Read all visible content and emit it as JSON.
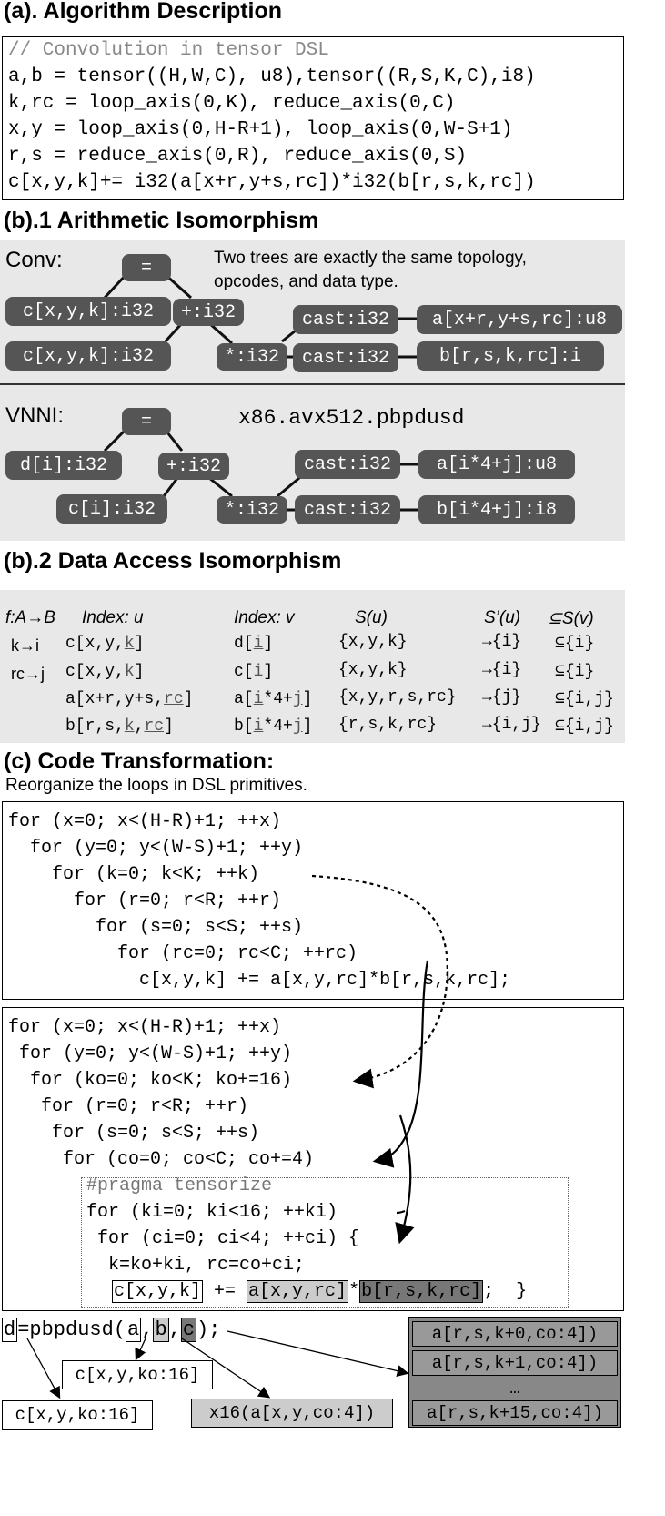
{
  "section_a": {
    "heading": "(a). Algorithm Description",
    "code": [
      "// Convolution in tensor DSL",
      "a,b = tensor((H,W,C), u8),tensor((R,S,K,C),i8)",
      "k,rc = loop_axis(0,K), reduce_axis(0,C)",
      "x,y = loop_axis(0,H-R+1), loop_axis(0,W-S+1)",
      "r,s = reduce_axis(0,R), reduce_axis(0,S)",
      "c[x,y,k]+= i32(a[x+r,y+s,rc])*i32(b[r,s,k,rc])"
    ]
  },
  "section_b1": {
    "heading": "(b).1 Arithmetic Isomorphism",
    "conv": {
      "label": "Conv:",
      "note_line1": "Two trees are exactly the same topology,",
      "note_line2": "opcodes, and data type.",
      "nodes": {
        "eq": "=",
        "lhs": "c[x,y,k]:i32",
        "plus": "+:i32",
        "acc": "c[x,y,k]:i32",
        "mul": "*:i32",
        "cast1": "cast:i32",
        "cast2": "cast:i32",
        "in_a": "a[x+r,y+s,rc]:u8",
        "in_b": "b[r,s,k,rc]:i"
      }
    },
    "vnni": {
      "label": "VNNI:",
      "intrinsic": "x86.avx512.pbpdusd",
      "nodes": {
        "eq": "=",
        "lhs": "d[i]:i32",
        "plus": "+:i32",
        "acc": "c[i]:i32",
        "mul": "*:i32",
        "cast1": "cast:i32",
        "cast2": "cast:i32",
        "in_a": "a[i*4+j]:u8",
        "in_b": "b[i*4+j]:i8"
      }
    }
  },
  "section_b2": {
    "heading": "(b).2 Data Access Isomorphism",
    "headers": {
      "f": "f:A→B",
      "u": "Index: u",
      "v": "Index: v",
      "su": "S(u)",
      "spu": "S’(u)",
      "sv": "⊆S(v)"
    },
    "rows": [
      {
        "f": "k→i",
        "u_pre": "c[x,y,",
        "u_ul": "k",
        "u_post": "]",
        "v_pre": "d[",
        "v_ul": "i",
        "v_post": "]",
        "su": "{x,y,k}",
        "spu": "→{i}",
        "sv": "⊆{i}"
      },
      {
        "f": "rc→j",
        "u_pre": "c[x,y,",
        "u_ul": "k",
        "u_post": "]",
        "v_pre": "c[",
        "v_ul": "i",
        "v_post": "]",
        "su": "{x,y,k}",
        "spu": "→{i}",
        "sv": "⊆{i}"
      },
      {
        "f": "",
        "u_pre": "a[x+r,y+s,",
        "u_ul": "rc",
        "u_post": "]",
        "v_pre": "a[",
        "v_ul": "i",
        "v_mid": "*4+",
        "v_ul2": "j",
        "v_post": "]",
        "su": "{x,y,r,s,rc}",
        "spu": "→{j}",
        "sv": "⊆{i,j}"
      },
      {
        "f": "",
        "u_pre": "b[r,s,",
        "u_ul": "k",
        "u_mid": ",",
        "u_ul2": "rc",
        "u_post": "]",
        "v_pre": "b[",
        "v_ul": "i",
        "v_mid": "*4+",
        "v_ul2": "j",
        "v_post": "]",
        "su": "{r,s,k,rc}",
        "spu": "→{i,j}",
        "sv": "⊆{i,j}"
      }
    ]
  },
  "section_c": {
    "heading": "(c) Code Transformation:",
    "subheading": "Reorganize the loops in DSL primitives.",
    "code1": [
      "for (x=0; x<(H-R)+1; ++x)",
      "  for (y=0; y<(W-S)+1; ++y)",
      "    for (k=0; k<K; ++k)",
      "      for (r=0; r<R; ++r)",
      "        for (s=0; s<S; ++s)",
      "          for (rc=0; rc<C; ++rc)",
      "            c[x,y,k] += a[x,y,rc]*b[r,s,k,rc];"
    ],
    "code2": [
      "for (x=0; x<(H-R)+1; ++x)",
      " for (y=0; y<(W-S)+1; ++y)",
      "  for (ko=0; ko<K; ko+=16)",
      "   for (r=0; r<R; ++r)",
      "    for (s=0; s<S; ++s)",
      "     for (co=0; co<C; co+=4)"
    ],
    "pragma": "#pragma tensorize",
    "inner": [
      "for (ki=0; ki<16; ++ki)",
      " for (ci=0; ci<4; ++ci) {",
      "  k=ko+ki, rc=co+ci;"
    ],
    "stmt": {
      "c": "c[x,y,k]",
      "op": " += ",
      "a": "a[x,y,rc]",
      "mul": "*",
      "b": "b[r,s,k,rc]",
      "end": ";  }"
    },
    "call": {
      "d": "d",
      "eq": "=pbpdusd(",
      "a": "a",
      "comma1": ",",
      "b": "b",
      "comma2": ",",
      "c": "c",
      "end": ");"
    },
    "arg_c_top": "c[x,y,ko:16]",
    "arg_c_bottom": "c[x,y,ko:16]",
    "arg_a": "x16(a[x,y,co:4])",
    "b_rows": [
      "a[r,s,k+0,co:4])",
      "a[r,s,k+1,co:4])",
      "…",
      "a[r,s,k+15,co:4])"
    ]
  }
}
